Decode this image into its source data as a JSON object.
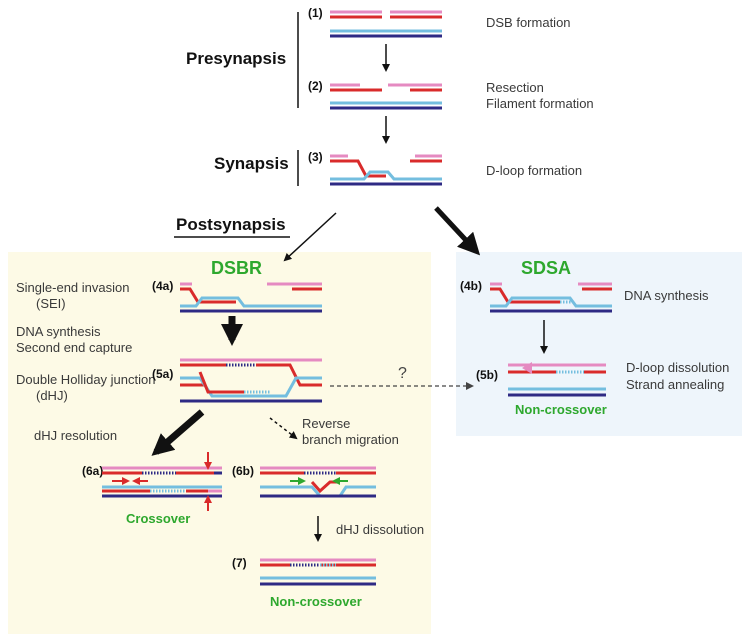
{
  "phases": {
    "presynapsis": "Presynapsis",
    "synapsis": "Synapsis",
    "postsynapsis": "Postsynapsis"
  },
  "steps": {
    "s1": "(1)",
    "s2": "(2)",
    "s3": "(3)",
    "s4a": "(4a)",
    "s4b": "(4b)",
    "s5a": "(5a)",
    "s5b": "(5b)",
    "s6a": "(6a)",
    "s6b": "(6b)",
    "s7": "(7)"
  },
  "labels": {
    "dsb_formation": "DSB formation",
    "resection": "Resection",
    "filament_formation": "Filament formation",
    "dloop_formation": "D-loop formation",
    "sei_line1": "Single-end invasion",
    "sei_line2": "(SEI)",
    "dna_synth_line1": "DNA synthesis",
    "dna_synth_line2": "Second end capture",
    "dhj_line1": "Double Holliday junction",
    "dhj_line2": "(dHJ)",
    "dhj_resolution": "dHJ resolution",
    "reverse_line1": "Reverse",
    "reverse_line2": "branch migration",
    "dhj_dissolution": "dHJ dissolution",
    "sdsa_dna_synthesis": "DNA synthesis",
    "dloop_dissolution": "D-loop dissolution",
    "strand_annealing": "Strand annealing",
    "question": "?"
  },
  "panels": {
    "dsbr": "DSBR",
    "sdsa": "SDSA"
  },
  "outcomes": {
    "crossover": "Crossover",
    "noncrossover_sdsa": "Non-crossover",
    "noncrossover_dhj": "Non-crossover"
  },
  "colors": {
    "pink_strand": "#e58ac1",
    "red_strand": "#d92b2b",
    "light_blue_strand": "#74bedf",
    "dark_blue_strand": "#2e2a84",
    "outcome_green": "#2ea82e",
    "dsbr_panel_bg": "#fdfae6",
    "sdsa_panel_bg": "#eef5fb"
  }
}
